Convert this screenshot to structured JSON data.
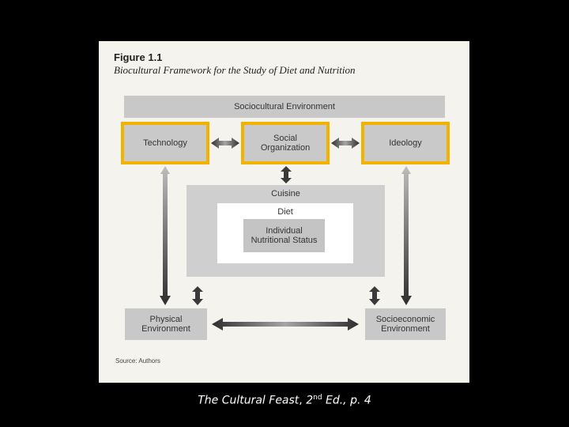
{
  "figure": {
    "label": "Figure 1.1",
    "title": "Biocultural Framework for the Study of Diet and Nutrition",
    "source": "Source: Authors"
  },
  "nodes": {
    "sociocultural": "Sociocultural Environment",
    "technology": "Technology",
    "social_org": "Social Organization",
    "ideology": "Ideology",
    "cuisine": "Cuisine",
    "diet": "Diet",
    "individual": "Individual Nutritional Status",
    "physical": "Physical Environment",
    "socioeconomic": "Socioeconomic Environment"
  },
  "caption": {
    "title": "The Cultural Feast",
    "sep": ", ",
    "edition_num": "2",
    "edition_sup": "nd",
    "edition_rest": " Ed., p. 4"
  },
  "colors": {
    "highlight": "#f2b200",
    "box": "#c8c8c8",
    "arrow": "#3a3a3a"
  }
}
